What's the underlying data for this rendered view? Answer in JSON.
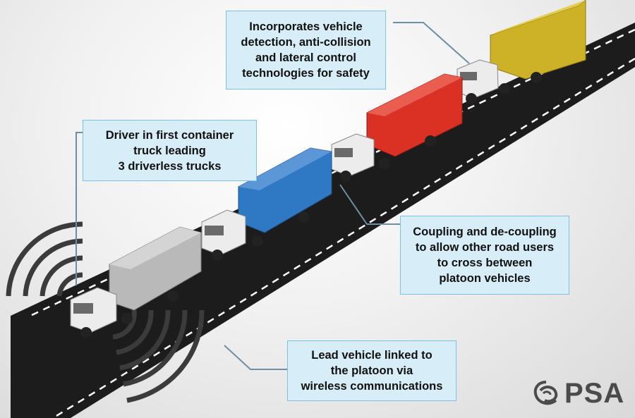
{
  "callouts": {
    "safety": "Incorporates vehicle\ndetection, anti-collision\nand lateral control\ntechnologies for safety",
    "driver": "Driver in first container\ntruck leading\n3 driverless trucks",
    "coupling": "Coupling and de-coupling\nto allow other road users\nto cross between\nplatoon vehicles",
    "wireless": "Lead vehicle linked to\nthe platoon via\nwireless communications"
  },
  "logo": {
    "text": "PSA"
  },
  "colors": {
    "road": "#1c1c1c",
    "road_marking": "#ffffff",
    "callout_fill": "#d7eef8",
    "callout_border": "#7cc3e0",
    "container_1": "#b9b9b9",
    "container_2": "#2f78c4",
    "container_3": "#d93225",
    "container_4": "#cdb227",
    "cab": "#ececec"
  },
  "icons": [
    "wireless-signal-icon",
    "psa-logo-icon"
  ]
}
